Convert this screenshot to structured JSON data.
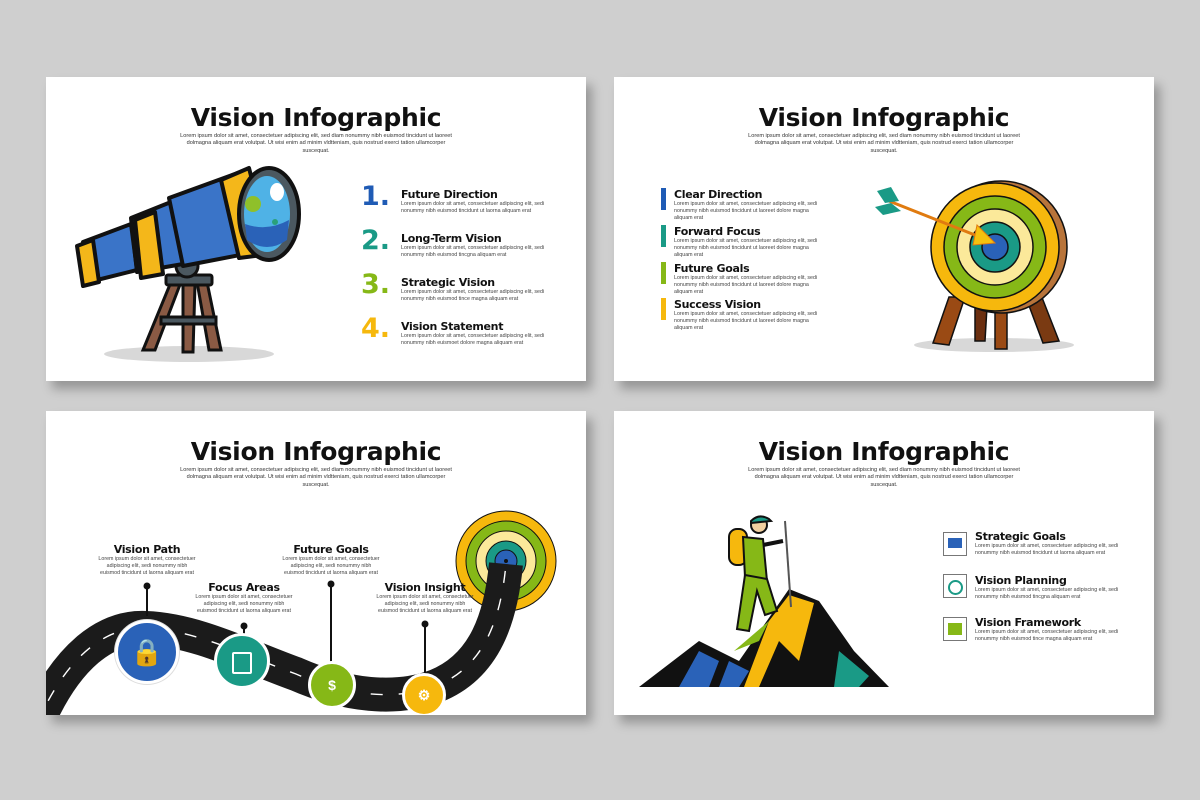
{
  "slides": [
    {
      "title": "Vision Infographic",
      "subtitle": "Lorem ipsum dolor sit amet, consectetuer adipiscing elit, sed diam nonummy nibh euismod tincidunt ut laoreet dolmagna aliquam erat volutpat. Ut wisi enim ad minim vldtteniam, quis nostrud exerci tation ullamcorper suscequat.",
      "illustration": "telescope",
      "items": [
        {
          "number": "1.",
          "color": "#1f5bb5",
          "heading": "Future Direction",
          "text": "Lorem ipsum dolor sit amet, consectetuer adipiscing elit, sedi nonummy nibh euismod tincidunt ut laorna aliquam erat"
        },
        {
          "number": "2.",
          "color": "#1a9a86",
          "heading": "Long-Term Vision",
          "text": "Lorem ipsum dolor sit amet, consectetuer adipiscing elit, sedi nonummy nibh euismod tincgna aliquam erat"
        },
        {
          "number": "3.",
          "color": "#86b817",
          "heading": "Strategic Vision",
          "text": "Lorem ipsum dolor sit amet, consectetuer adipiscing elit, sedi nonummy nibh euismod tince magna aliquam erat"
        },
        {
          "number": "4.",
          "color": "#f6b80d",
          "heading": "Vision Statement",
          "text": "Lorem ipsum dolor sit amet, consectetuer adipiscing elit, sedi nonummy nibh euismoet dolore magna aliquam erat"
        }
      ]
    },
    {
      "title": "Vision Infographic",
      "subtitle": "Lorem ipsum dolor sit amet, consectetuer adipiscing elit, sed diam nonummy nibh euismod tincidunt ut laoreet dolmagna aliquam erat volutpat. Ut wisi enim ad minim vldtteniam, quis nostrud exerci tation ullamcorper suscequat.",
      "illustration": "target-with-arrow",
      "items": [
        {
          "color": "#1f5bb5",
          "heading": "Clear Direction",
          "text": "Lorem ipsum dolor sit amet, consectetuer adipiscing elit, sedi nonummy nibh euismod tincidunt ut laoreet dolore magna aliquam erat"
        },
        {
          "color": "#1a9a86",
          "heading": "Forward Focus",
          "text": "Lorem ipsum dolor sit amet, consectetuer adipiscing elit, sedi nonummy nibh euismod tincidunt ut laoreet dolore magna aliquam erat"
        },
        {
          "color": "#86b817",
          "heading": "Future Goals",
          "text": "Lorem ipsum dolor sit amet, consectetuer adipiscing elit, sedi nonummy nibh euismod tincidunt ut laoreet dolore magna aliquam erat"
        },
        {
          "color": "#f6b80d",
          "heading": "Success Vision",
          "text": "Lorem ipsum dolor sit amet, consectetuer adipiscing elit, sedi nonummy nibh euismod tincidunt ut laoreet dolore magna aliquam erat"
        }
      ]
    },
    {
      "title": "Vision Infographic",
      "subtitle": "Lorem ipsum dolor sit amet, consectetuer adipiscing elit, sed diam nonummy nibh euismod tincidunt ut laoreet dolmagna aliquam erat volutpat. Ut wisi enim ad minim vldtteniam, quis nostrud exerci tation ullamcorper suscequat.",
      "illustration": "road-to-target",
      "items": [
        {
          "heading": "Vision Path",
          "icon": "padlock-icon",
          "color": "#1f5bb5",
          "text": "Lorem ipsum dolor sit amet, consectetuer adipiscing elit, sedi nonummy nibh euismod tincidunt ut laorna aliquam erat"
        },
        {
          "heading": "Focus Areas",
          "icon": "safe-icon",
          "color": "#1a9a86",
          "text": "Lorem ipsum dolor sit amet, consectetuer adipiscing elit, sedi nonummy nibh euismod tincidunt ut laorna aliquam erat"
        },
        {
          "heading": "Future Goals",
          "icon": "money-chat-icon",
          "color": "#86b817",
          "text": "Lorem ipsum dolor sit amet, consectetuer adipiscing elit, sedi nonummy nibh euismod tincidunt ut laorna aliquam erat"
        },
        {
          "heading": "Vision Insight",
          "icon": "dollar-gears-icon",
          "color": "#f6b80d",
          "text": "Lorem ipsum dolor sit amet, consectetuer adipiscing elit, sedi nonummy nibh euismod tincidunt ut laorna aliquam erat"
        }
      ]
    },
    {
      "title": "Vision Infographic",
      "subtitle": "Lorem ipsum dolor sit amet, consectetuer adipiscing elit, sed diam nonummy nibh euismod tincidunt ut laoreet dolmagna aliquam erat volutpat. Ut wisi enim ad minim vldtteniam, quis nostrud exerci tation ullamcorper suscequat.",
      "illustration": "hiker-on-mountain",
      "items": [
        {
          "heading": "Strategic Goals",
          "icon": "presentation-board-icon",
          "color": "#1f5bb5",
          "text": "Lorem ipsum dolor sit amet, consectetuer adipiscing elit, sedi nonummy nibh euismod tincidunt ut laorna aliquam erat"
        },
        {
          "heading": "Vision Planning",
          "icon": "globe-icon",
          "color": "#1a9a86",
          "text": "Lorem ipsum dolor sit amet, consectetuer adipiscing elit, sedi nonummy nibh euismod tincgna aliquam erat"
        },
        {
          "heading": "Vision Framework",
          "icon": "bar-chart-wallet-icon",
          "color": "#86b817",
          "text": "Lorem ipsum dolor sit amet, consectetuer adipiscing elit, sedi nonummy nibh euismod tince magna aliquam erat"
        }
      ]
    }
  ]
}
